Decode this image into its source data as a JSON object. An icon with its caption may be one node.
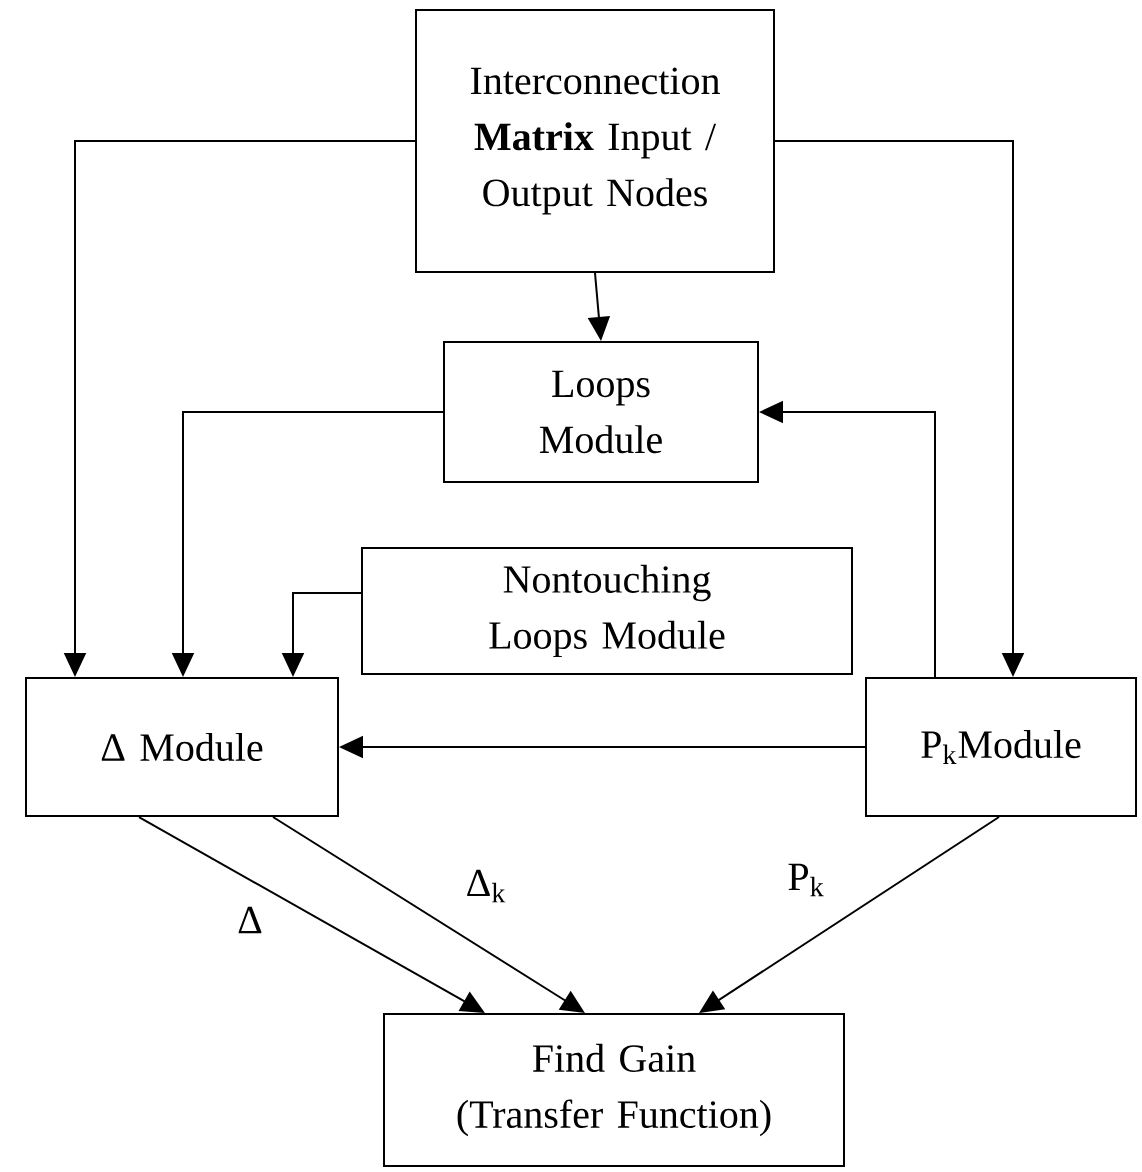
{
  "diagram": {
    "nodes": [
      {
        "text": [
          "Interconnection **Matrix** Input / Output Nodes"
        ]
      },
      {
        "text": [
          "Loops Module"
        ]
      },
      {
        "text": [
          "Nontouching Loops Module"
        ]
      },
      {
        "text": [
          "Δ Module"
        ]
      },
      {
        "text": [
          "P$_{k}$Module"
        ]
      },
      {
        "text": [
          "Find Gain (Transfer Function)"
        ]
      }
    ],
    "edges": [
      {
        "from": 0,
        "to": 3,
        "arrow": "to"
      },
      {
        "from": 0,
        "to": 1,
        "arrow": "to"
      },
      {
        "from": 0,
        "to": 4,
        "arrow": "to"
      },
      {
        "from": 1,
        "to": 3,
        "arrow": "to"
      },
      {
        "from": 4,
        "to": 1,
        "arrow": "to"
      },
      {
        "from": 2,
        "to": 3,
        "arrow": "to"
      },
      {
        "from": 4,
        "to": 3,
        "arrow": "to"
      },
      {
        "from": 3,
        "to": 5,
        "arrow": "to",
        "label": "Δ"
      },
      {
        "from": 3,
        "to": 5,
        "arrow": "to",
        "label": "Δ$_{k}$"
      },
      {
        "from": 4,
        "to": 5,
        "arrow": "to",
        "label": "P$_{k}$"
      }
    ]
  }
}
